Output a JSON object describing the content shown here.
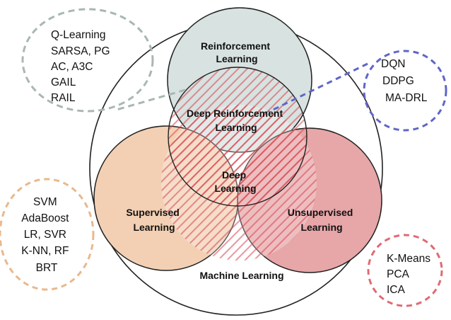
{
  "circles": {
    "outer": {
      "label": "Machine Learning"
    },
    "reinforcement": {
      "lines": [
        "Reinforcement",
        "Learning"
      ],
      "fill": "#d7e2e1"
    },
    "supervised": {
      "lines": [
        "Supervised",
        "Learning"
      ],
      "fill": "#f3d0b4"
    },
    "unsupervised": {
      "lines": [
        "Unsupervised",
        "Learning"
      ],
      "fill": "#e7a6a8"
    },
    "deep_rl": {
      "lines": [
        "Deep Reinforcement",
        "Learning"
      ]
    },
    "deep": {
      "lines": [
        "Deep",
        "Learning"
      ]
    },
    "hatch_color": "#d9424b"
  },
  "callouts": {
    "rl_algorithms": {
      "items": [
        "Q-Learning",
        "SARSA, PG",
        "AC, A3C",
        "GAIL",
        "RAIL"
      ],
      "color": "#a9b7b1"
    },
    "drl_algorithms": {
      "items": [
        "DQN",
        "DDPG",
        "MA-DRL"
      ],
      "color": "#5f66c8"
    },
    "supervised_algorithms": {
      "items": [
        "SVM",
        "AdaBoost",
        "LR, SVR",
        "K-NN, RF",
        "BRT"
      ],
      "color": "#e9b88c"
    },
    "unsupervised_algorithms": {
      "items": [
        "K-Means",
        "PCA",
        "ICA"
      ],
      "color": "#e06a73"
    }
  }
}
